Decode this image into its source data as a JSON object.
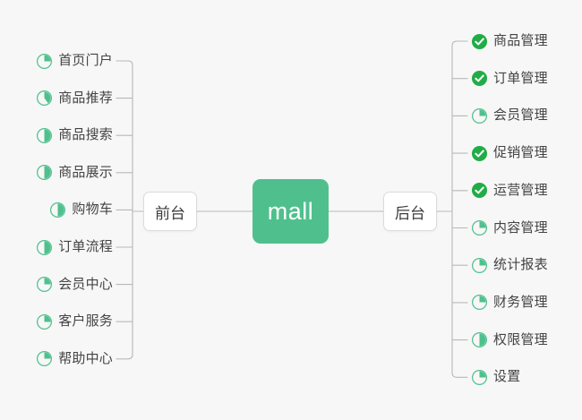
{
  "diagram": {
    "title": "mall",
    "background_color": "#f7f7f7",
    "accent_color": "#4FC08D",
    "done_color": "#22AC47",
    "line_color": "#b8b8b8",
    "text_color": "#444444"
  },
  "center": {
    "root_label": "mall",
    "left_branch_label": "前台",
    "right_branch_label": "后台"
  },
  "left_branch": {
    "label": "前台",
    "items": [
      {
        "label": "首页门户",
        "icon": "pie-quarter-icon",
        "progress": 25
      },
      {
        "label": "商品推荐",
        "icon": "pie-two-fifths-icon",
        "progress": 40
      },
      {
        "label": "商品搜索",
        "icon": "pie-half-icon",
        "progress": 50
      },
      {
        "label": "商品展示",
        "icon": "pie-half-icon",
        "progress": 50
      },
      {
        "label": "购物车",
        "icon": "pie-half-icon",
        "progress": 50
      },
      {
        "label": "订单流程",
        "icon": "pie-half-icon",
        "progress": 50
      },
      {
        "label": "会员中心",
        "icon": "pie-quarter-icon",
        "progress": 25
      },
      {
        "label": "客户服务",
        "icon": "pie-quarter-icon",
        "progress": 25
      },
      {
        "label": "帮助中心",
        "icon": "pie-quarter-icon",
        "progress": 25
      }
    ]
  },
  "right_branch": {
    "label": "后台",
    "items": [
      {
        "label": "商品管理",
        "icon": "check-circle-icon",
        "progress": 100
      },
      {
        "label": "订单管理",
        "icon": "check-circle-icon",
        "progress": 100
      },
      {
        "label": "会员管理",
        "icon": "pie-quarter-icon",
        "progress": 25
      },
      {
        "label": "促销管理",
        "icon": "check-circle-icon",
        "progress": 100
      },
      {
        "label": "运营管理",
        "icon": "check-circle-icon",
        "progress": 100
      },
      {
        "label": "内容管理",
        "icon": "pie-quarter-icon",
        "progress": 25
      },
      {
        "label": "统计报表",
        "icon": "pie-quarter-icon",
        "progress": 25
      },
      {
        "label": "财务管理",
        "icon": "pie-quarter-icon",
        "progress": 25
      },
      {
        "label": "权限管理",
        "icon": "pie-half-icon",
        "progress": 50
      },
      {
        "label": "设置",
        "icon": "pie-quarter-icon",
        "progress": 25
      }
    ]
  }
}
